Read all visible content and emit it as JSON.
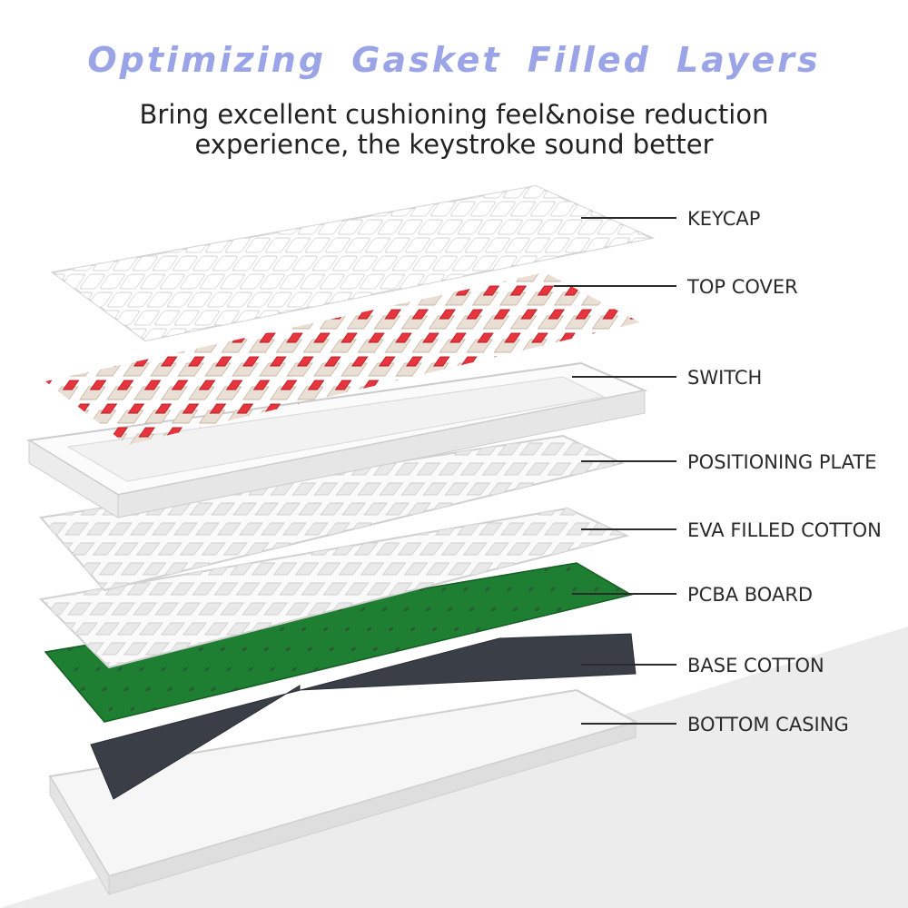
{
  "title": "Optimizing Gasket Filled Layers",
  "subtitle_line1": "Bring excellent cushioning feel&noise reduction",
  "subtitle_line2": "experience, the keystroke sound better",
  "layers": [
    {
      "label": "KEYCAP"
    },
    {
      "label": "TOP COVER"
    },
    {
      "label": "SWITCH"
    },
    {
      "label": "POSITIONING PLATE"
    },
    {
      "label": "EVA FILLED COTTON"
    },
    {
      "label": "PCBA BOARD"
    },
    {
      "label": "BASE COTTON"
    },
    {
      "label": "BOTTOM CASING"
    }
  ],
  "colors": {
    "title": "#9aa4e6",
    "switch_stem": "#e8343c",
    "pcb": "#1e7f32",
    "base_cotton": "#3a3f47",
    "wedge": "#ececec"
  }
}
